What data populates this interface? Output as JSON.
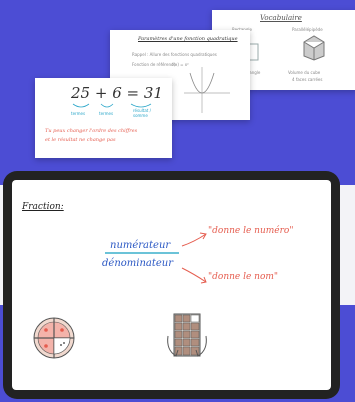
{
  "notes": {
    "vocab": {
      "title": "Vocabulaire",
      "left_heading": "Rectangle",
      "right_heading": "Parallélépipède",
      "left_caption": "Aire du rectangle",
      "right_caption": "Volume du cube",
      "right_caption2": "4 faces carrées"
    },
    "quadratic": {
      "title": "Paramètres d'une fonction quadratique",
      "line1": "Rappel : Allure des fonctions quadratiques",
      "line2": "Fonction de référence",
      "line3": "f(x) = x²"
    },
    "sum": {
      "equation": "25 + 6 = 31",
      "label_terms1": "termes",
      "label_terms2": "termes",
      "label_result": "résultat / somme",
      "text_line1": "Tu peux changer l'ordre des chiffres",
      "text_line2": "et le résultat ne change pas"
    }
  },
  "tablet": {
    "heading": "Fraction:",
    "numerator": "numérateur",
    "denominator": "dénominateur",
    "annotation_top": "\"donne le numéro\"",
    "annotation_bottom": "\"donne le nom\""
  },
  "colors": {
    "brand_band": "#4c4dd4",
    "accent_red": "#e55d4f",
    "accent_blue": "#2b58c4"
  }
}
